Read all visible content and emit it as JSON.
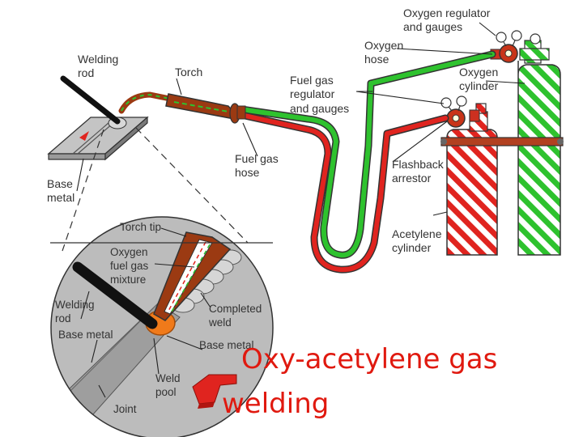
{
  "labels": {
    "oxygen_regulator": [
      "Oxygen regulator",
      "and gauges"
    ],
    "welding_rod_top": [
      "Welding",
      "rod"
    ],
    "torch": "Torch",
    "oxygen_hose": [
      "Oxygen",
      "hose"
    ],
    "fuel_gas_regulator": [
      "Fuel gas",
      "regulator",
      "and gauges"
    ],
    "oxygen_cylinder": [
      "Oxygen",
      "cylinder"
    ],
    "base_metal_top": [
      "Base",
      "metal"
    ],
    "fuel_gas_hose": [
      "Fuel gas",
      "hose"
    ],
    "flashback_arrestor": [
      "Flashback",
      "arrestor"
    ],
    "acetylene_cylinder": [
      "Acetylene",
      "cylinder"
    ],
    "torch_tip": "Torch tip",
    "oxygen_fuel_mixture": [
      "Oxygen",
      "fuel gas",
      "mixture"
    ],
    "welding_rod_inset": [
      "Welding",
      "rod"
    ],
    "base_metal_inset_left": "Base metal",
    "completed_weld": [
      "Completed",
      "weld"
    ],
    "base_metal_inset_right": "Base metal",
    "weld_pool": [
      "Weld",
      "pool"
    ],
    "joint": "Joint"
  },
  "title": [
    "Oxy-acetylene   gas",
    "welding"
  ],
  "colors": {
    "oxygen_green": "#2ec22e",
    "acetylene_red": "#e0241f",
    "torch_brown": "#9b3a12",
    "flame_orange": "#f07a1a",
    "title_red": "#e0190f",
    "inset_grey": "#bcbcbc",
    "label_text": "#333333"
  }
}
